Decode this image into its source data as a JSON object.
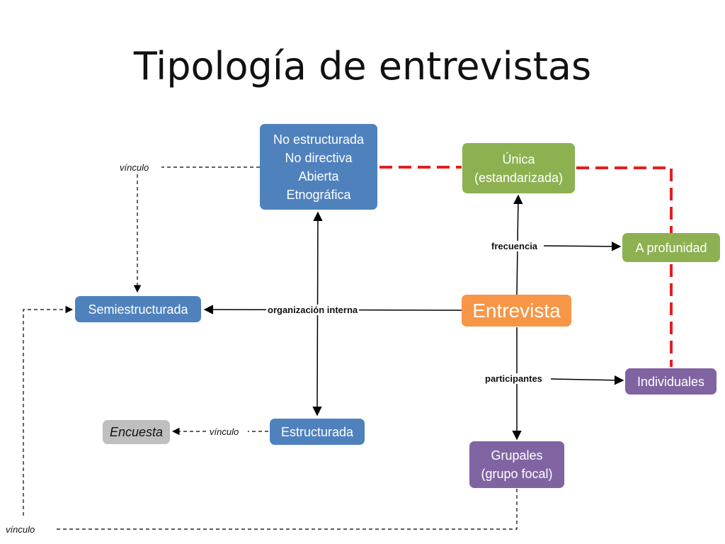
{
  "title": "Tipología de entrevistas",
  "nodes": {
    "no_estructurada": [
      "No estructurada",
      "No directiva",
      "Abierta",
      "Etnográfica"
    ],
    "unica": [
      "Única",
      "(estandarizada)"
    ],
    "a_profundidad": "A profunidad",
    "semiestructurada": "Semiestructurada",
    "entrevista": "Entrevista",
    "individuales": "Individuales",
    "encuesta": "Encuesta",
    "estructurada": "Estructurada",
    "grupales": [
      "Grupales",
      "(grupo focal)"
    ]
  },
  "edge_labels": {
    "vinculo_top": "vínculo",
    "frecuencia": "frecuencia",
    "organizacion": "organización interna",
    "participantes": "participantes",
    "vinculo_mid": "vínculo",
    "vinculo_bottom": "vínculo"
  },
  "colors": {
    "blue": "#4f81bd",
    "green": "#8db151",
    "orange": "#f79646",
    "purple": "#8064a2",
    "gray": "#bfbfbf",
    "red_dashed": "#e02020"
  }
}
